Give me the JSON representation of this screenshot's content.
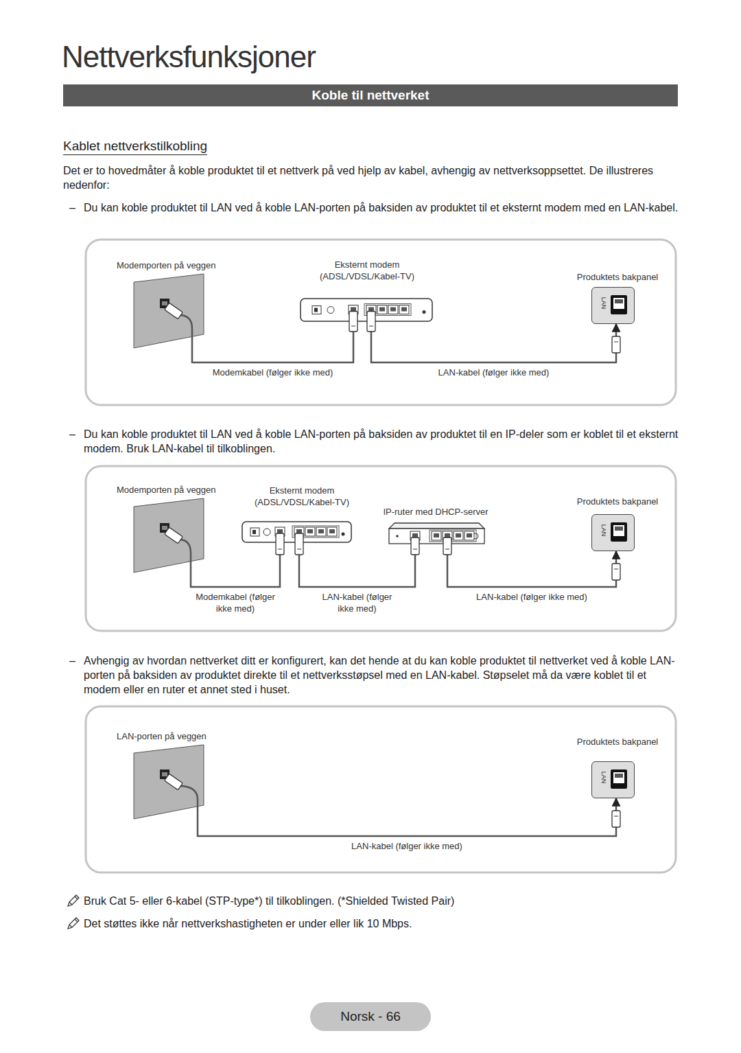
{
  "diagram": {
    "title": "Nettverksfunksjoner",
    "nodes": [
      {
        "text": [
          "Koble til nettverket"
        ]
      },
      {
        "text": [
          "Modemporten på veggen"
        ]
      },
      {
        "text": [
          "Eksternt modem (ADSL/VDSL/Kabel-TV)"
        ]
      },
      {
        "text": [
          "Produktets bakpanel",
          "LAN"
        ]
      },
      {
        "text": [
          "Modemporten på veggen"
        ]
      },
      {
        "text": [
          "Eksternt modem (ADSL/VDSL/Kabel-TV)"
        ]
      },
      {
        "text": [
          "IP-ruter med DHCP-server"
        ]
      },
      {
        "text": [
          "Produktets bakpanel",
          "LAN"
        ]
      },
      {
        "text": [
          "LAN-porten på veggen"
        ]
      },
      {
        "text": [
          "Produktets bakpanel",
          "LAN"
        ]
      },
      {
        "text": [
          "Norsk - 66"
        ]
      }
    ],
    "edges": [
      {
        "from": 1,
        "to": 2,
        "label": "Modemkabel (følger ikke med)",
        "arrow": "none"
      },
      {
        "from": 2,
        "to": 3,
        "label": "LAN-kabel (følger ikke med)",
        "arrow": "to"
      },
      {
        "from": 4,
        "to": 5,
        "label": "Modemkabel (følger ikke med)",
        "arrow": "none"
      },
      {
        "from": 5,
        "to": 6,
        "label": "LAN-kabel (følger ikke med)",
        "arrow": "none"
      },
      {
        "from": 6,
        "to": 7,
        "label": "LAN-kabel (følger ikke med)",
        "arrow": "to"
      },
      {
        "from": 8,
        "to": 9,
        "label": "LAN-kabel (følger ikke med)",
        "arrow": "to"
      }
    ],
    "labels": [
      "Kablet nettverkstilkobling",
      "Det er to hovedmåter å koble produktet til et nettverk på ved hjelp av kabel, avhengig av nettverksoppsettet. De illustreres nedenfor:",
      "–",
      "Du kan koble produktet til LAN ved å koble LAN-porten på baksiden av produktet til et eksternt modem med en LAN-kabel.",
      "–",
      "Du kan koble produktet til LAN ved å koble LAN-porten på baksiden av produktet til en IP-deler som er koblet til et eksternt modem. Bruk LAN-kabel til tilkoblingen.",
      "–",
      "Avhengig av hvordan nettverket ditt er konfigurert, kan det hende at du kan koble produktet til nettverket ved å koble LAN-porten på baksiden av produktet direkte til et nettverksstøpsel med en LAN-kabel. Støpselet må da være koblet til et modem eller en ruter et annet sted i huset.",
      "Bruk Cat 5- eller 6-kabel (STP-type*) til tilkoblingen. (*Shielded Twisted Pair)",
      "Det støttes ikke når nettverkshastigheten er under eller lik 10 Mbps."
    ]
  }
}
